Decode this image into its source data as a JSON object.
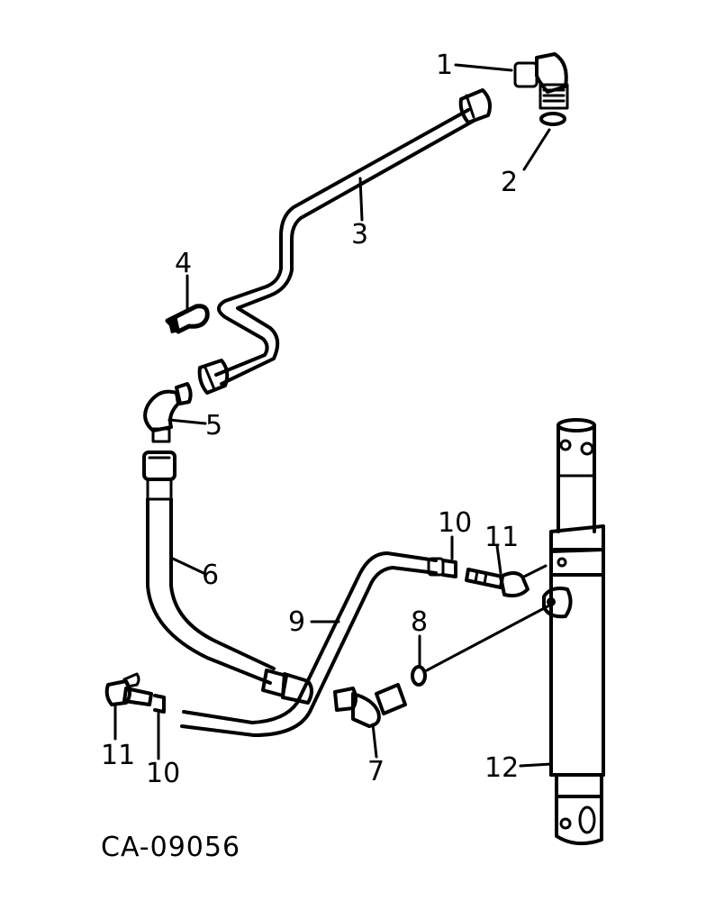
{
  "diagram": {
    "reference_code": "CA-09056",
    "callouts": [
      {
        "id": "1",
        "text": "1"
      },
      {
        "id": "2",
        "text": "2"
      },
      {
        "id": "3",
        "text": "3"
      },
      {
        "id": "4",
        "text": "4"
      },
      {
        "id": "5",
        "text": "5"
      },
      {
        "id": "6",
        "text": "6"
      },
      {
        "id": "7",
        "text": "7"
      },
      {
        "id": "8",
        "text": "8"
      },
      {
        "id": "9",
        "text": "9"
      },
      {
        "id": "10a",
        "text": "10"
      },
      {
        "id": "10b",
        "text": "10"
      },
      {
        "id": "11a",
        "text": "11"
      },
      {
        "id": "11b",
        "text": "11"
      },
      {
        "id": "12",
        "text": "12"
      }
    ]
  }
}
